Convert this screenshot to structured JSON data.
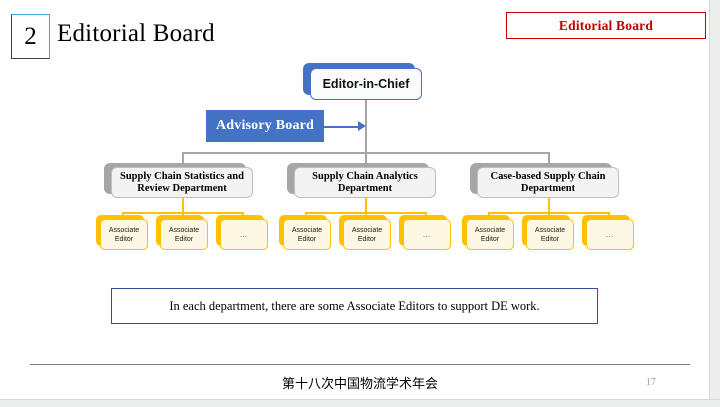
{
  "slide": {
    "number": "2",
    "title": "Editorial Board",
    "corner_badge": "Editorial Board"
  },
  "org_chart": {
    "root": {
      "label": "Editor-in-Chief"
    },
    "advisory": {
      "label": "Advisory Board"
    },
    "departments": [
      {
        "label": "Supply Chain Statistics and Review Department",
        "editors": [
          {
            "label": "Associate Editor"
          },
          {
            "label": "Associate Editor"
          },
          {
            "label": "…"
          }
        ]
      },
      {
        "label": "Supply Chain Analytics Department",
        "editors": [
          {
            "label": "Associate Editor"
          },
          {
            "label": "Associate Editor"
          },
          {
            "label": "…"
          }
        ]
      },
      {
        "label": "Case-based Supply Chain Department",
        "editors": [
          {
            "label": "Associate Editor"
          },
          {
            "label": "Associate Editor"
          },
          {
            "label": "…"
          }
        ]
      }
    ]
  },
  "note": {
    "text": "In each department, there are some Associate Editors to support DE work."
  },
  "footer": {
    "text": "第十八次中国物流学术年会",
    "page_number": "17"
  },
  "colors": {
    "accent_blue": "#4472C4",
    "badge_red": "#C00000",
    "gold": "#FFC000",
    "gray_shadow": "#A6A6A6",
    "note_border": "#2E5395"
  }
}
